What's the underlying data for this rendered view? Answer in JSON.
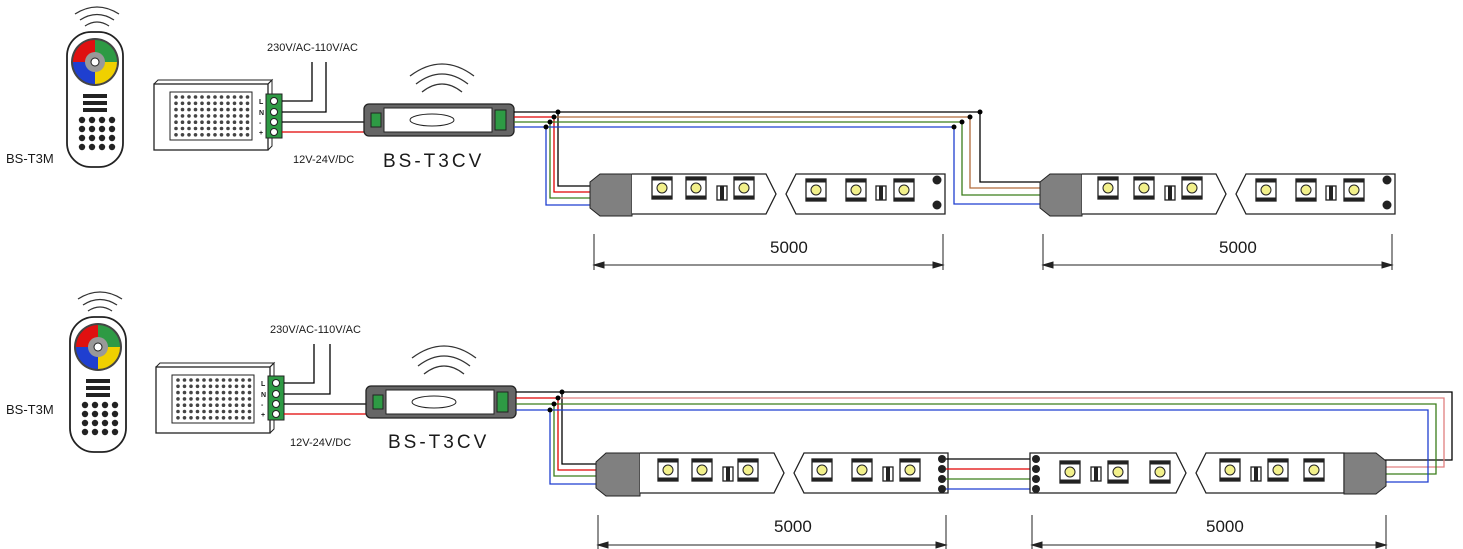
{
  "remote": {
    "label": "BS-T3M"
  },
  "power_supply": {
    "ac_label": "230V/AC-110V/AC",
    "dc_label": "12V-24V/DC",
    "terminals": [
      "L",
      "N",
      "-",
      "+"
    ]
  },
  "controller": {
    "label": "BS-T3CV"
  },
  "dimension": {
    "strip_length": "5000"
  },
  "colors": {
    "wire_black": "#000000",
    "wire_red": "#e00000",
    "wire_green": "#3a7d1a",
    "wire_blue": "#1f3fd0",
    "wire_brown": "#b06a3a",
    "strip_plug": "#808080",
    "terminal": "#2e9a44"
  }
}
